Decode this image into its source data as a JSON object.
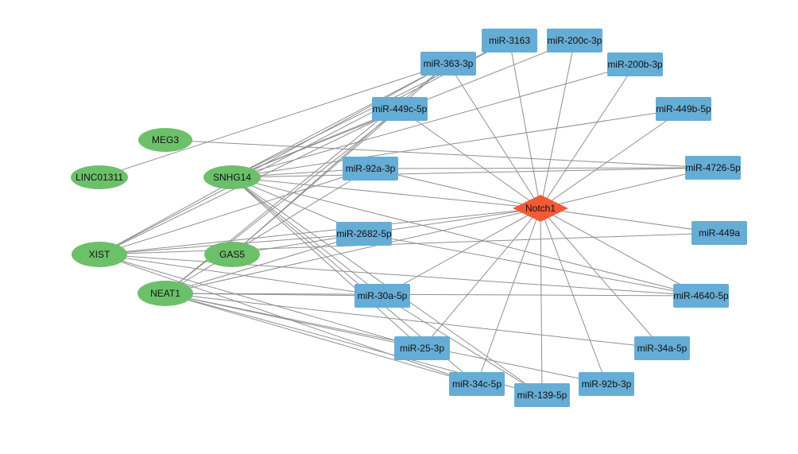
{
  "colors": {
    "lncrna": "#6cc06a",
    "mirna": "#66add6",
    "hub": "#f25a38",
    "edge": "#8f8f8f"
  },
  "lncrnas": [
    "MEG3",
    "LINC01311",
    "SNHG14",
    "XIST",
    "GAS5",
    "NEAT1"
  ],
  "mirnas": [
    "miR-3163",
    "miR-200c-3p",
    "miR-363-3p",
    "miR-200b-3p",
    "miR-449c-5p",
    "miR-449b-5p",
    "miR-92a-3p",
    "miR-4726-5p",
    "miR-2682-5p",
    "miR-449a",
    "miR-30a-5p",
    "miR-4640-5p",
    "miR-25-3p",
    "miR-34a-5p",
    "miR-34c-5p",
    "miR-92b-3p",
    "miR-139-5p"
  ],
  "hub": "Notch1",
  "edges": [
    [
      "miR-3163",
      "Notch1"
    ],
    [
      "miR-200c-3p",
      "Notch1"
    ],
    [
      "miR-363-3p",
      "Notch1"
    ],
    [
      "miR-200b-3p",
      "Notch1"
    ],
    [
      "miR-449c-5p",
      "Notch1"
    ],
    [
      "miR-449b-5p",
      "Notch1"
    ],
    [
      "miR-92a-3p",
      "Notch1"
    ],
    [
      "miR-4726-5p",
      "Notch1"
    ],
    [
      "miR-2682-5p",
      "Notch1"
    ],
    [
      "miR-449a",
      "Notch1"
    ],
    [
      "miR-30a-5p",
      "Notch1"
    ],
    [
      "miR-4640-5p",
      "Notch1"
    ],
    [
      "miR-25-3p",
      "Notch1"
    ],
    [
      "miR-34a-5p",
      "Notch1"
    ],
    [
      "miR-34c-5p",
      "Notch1"
    ],
    [
      "miR-92b-3p",
      "Notch1"
    ],
    [
      "miR-139-5p",
      "Notch1"
    ],
    [
      "SNHG14",
      "Notch1"
    ],
    [
      "XIST",
      "Notch1"
    ],
    [
      "NEAT1",
      "Notch1"
    ],
    [
      "MEG3",
      "miR-4726-5p"
    ],
    [
      "LINC01311",
      "miR-363-3p"
    ],
    [
      "SNHG14",
      "miR-3163"
    ],
    [
      "SNHG14",
      "miR-200c-3p"
    ],
    [
      "SNHG14",
      "miR-363-3p"
    ],
    [
      "SNHG14",
      "miR-200b-3p"
    ],
    [
      "SNHG14",
      "miR-449c-5p"
    ],
    [
      "SNHG14",
      "miR-449b-5p"
    ],
    [
      "SNHG14",
      "miR-92a-3p"
    ],
    [
      "SNHG14",
      "miR-4726-5p"
    ],
    [
      "SNHG14",
      "miR-2682-5p"
    ],
    [
      "SNHG14",
      "miR-4640-5p"
    ],
    [
      "SNHG14",
      "miR-30a-5p"
    ],
    [
      "SNHG14",
      "miR-25-3p"
    ],
    [
      "SNHG14",
      "miR-34c-5p"
    ],
    [
      "SNHG14",
      "miR-139-5p"
    ],
    [
      "XIST",
      "miR-3163"
    ],
    [
      "XIST",
      "miR-363-3p"
    ],
    [
      "XIST",
      "miR-449c-5p"
    ],
    [
      "XIST",
      "miR-92a-3p"
    ],
    [
      "XIST",
      "miR-2682-5p"
    ],
    [
      "XIST",
      "miR-449a"
    ],
    [
      "XIST",
      "miR-30a-5p"
    ],
    [
      "XIST",
      "miR-4640-5p"
    ],
    [
      "XIST",
      "miR-25-3p"
    ],
    [
      "XIST",
      "miR-34c-5p"
    ],
    [
      "GAS5",
      "miR-363-3p"
    ],
    [
      "GAS5",
      "miR-449c-5p"
    ],
    [
      "GAS5",
      "miR-2682-5p"
    ],
    [
      "NEAT1",
      "miR-363-3p"
    ],
    [
      "NEAT1",
      "miR-449c-5p"
    ],
    [
      "NEAT1",
      "miR-92a-3p"
    ],
    [
      "NEAT1",
      "miR-2682-5p"
    ],
    [
      "NEAT1",
      "miR-30a-5p"
    ],
    [
      "NEAT1",
      "miR-4640-5p"
    ],
    [
      "NEAT1",
      "miR-34a-5p"
    ],
    [
      "NEAT1",
      "miR-25-3p"
    ],
    [
      "NEAT1",
      "miR-34c-5p"
    ],
    [
      "NEAT1",
      "miR-92b-3p"
    ],
    [
      "NEAT1",
      "miR-139-5p"
    ],
    [
      "miR-92a-3p",
      "miR-4726-5p"
    ],
    [
      "miR-2682-5p",
      "miR-4640-5p"
    ],
    [
      "miR-30a-5p",
      "miR-139-5p"
    ]
  ]
}
